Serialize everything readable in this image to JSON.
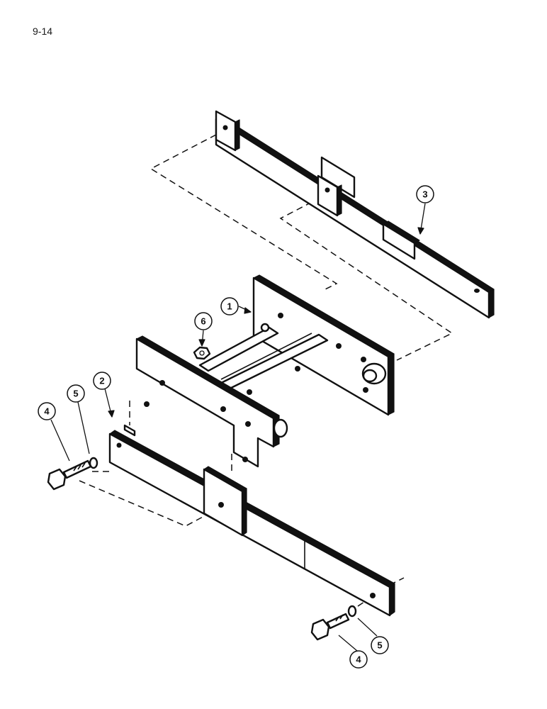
{
  "page": {
    "number": "9-14"
  },
  "callouts": [
    {
      "id": "1",
      "label": "1"
    },
    {
      "id": "2",
      "label": "2"
    },
    {
      "id": "3",
      "label": "3"
    },
    {
      "id": "4a",
      "label": "4"
    },
    {
      "id": "5a",
      "label": "5"
    },
    {
      "id": "6",
      "label": "6"
    },
    {
      "id": "4b",
      "label": "4"
    },
    {
      "id": "5b",
      "label": "5"
    }
  ]
}
